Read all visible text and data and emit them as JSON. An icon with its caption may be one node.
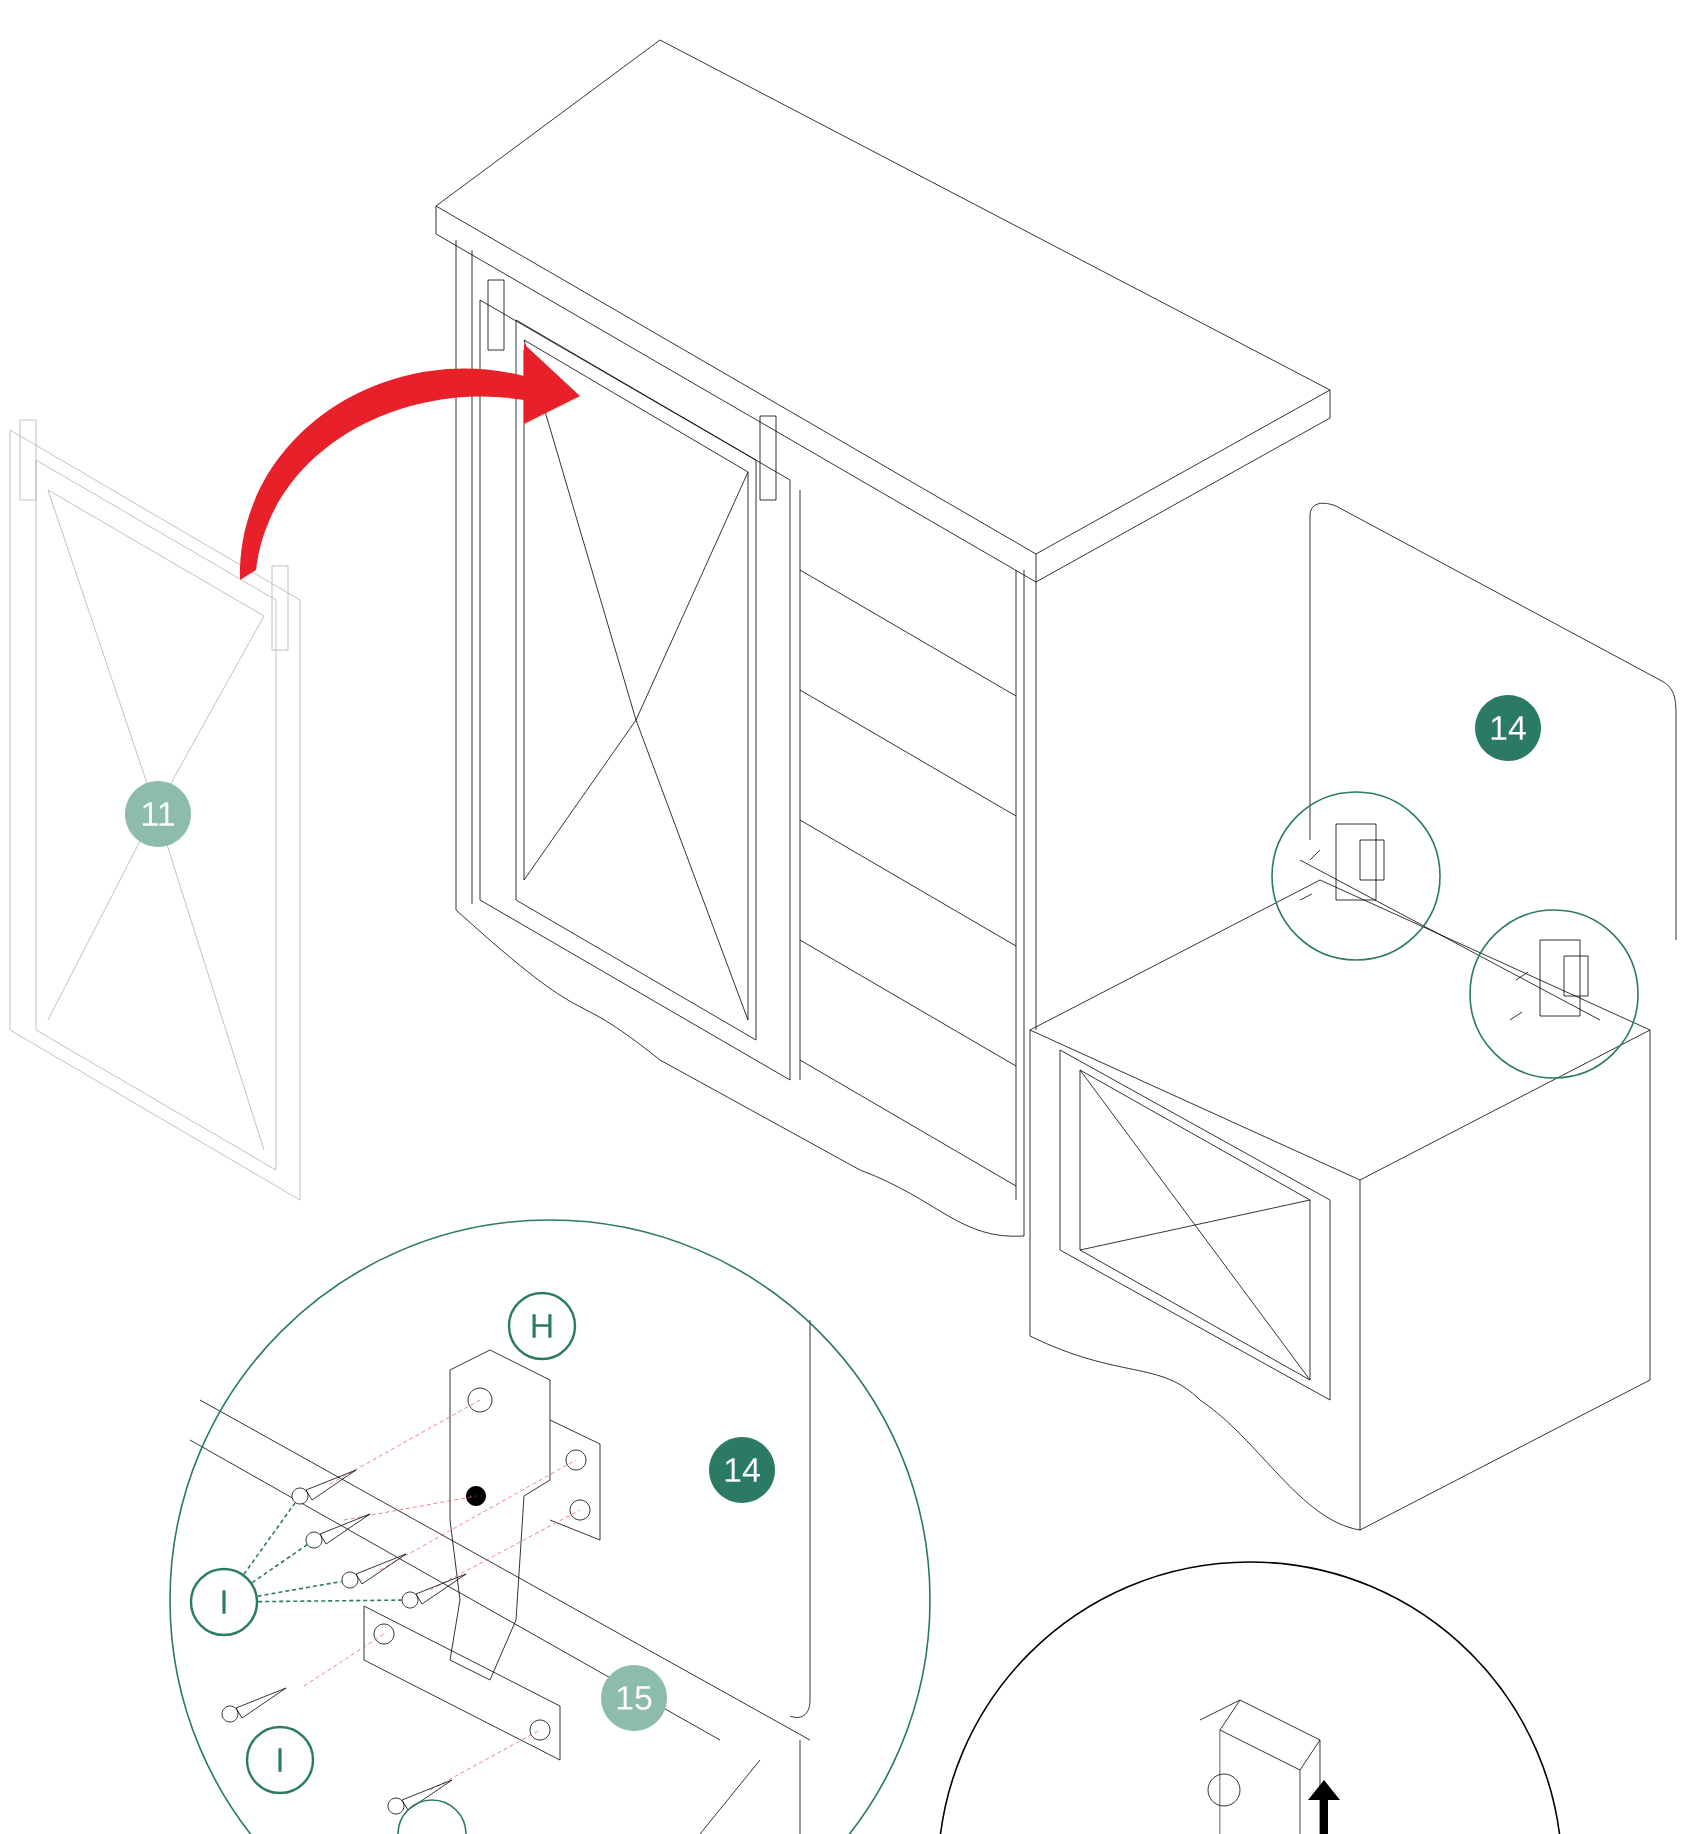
{
  "diagram": {
    "nodes": [
      {
        "text": [
          "H"
        ]
      },
      {
        "text": [
          "I"
        ]
      },
      {
        "text": [],
        "shape": "screw"
      },
      {
        "text": [],
        "shape": "screw"
      },
      {
        "text": [],
        "shape": "screw"
      },
      {
        "text": [],
        "shape": "screw"
      },
      {
        "text": [
          "I"
        ]
      }
    ],
    "edges": [
      {
        "from": 1,
        "to": 2,
        "arrow": "none",
        "style": "dashed"
      },
      {
        "from": 1,
        "to": 3,
        "arrow": "none",
        "style": "dashed"
      },
      {
        "from": 1,
        "to": 4,
        "arrow": "none",
        "style": "dashed"
      },
      {
        "from": 1,
        "to": 5,
        "arrow": "none",
        "style": "dashed"
      }
    ],
    "labels": [
      "11",
      "14",
      "14",
      "15"
    ]
  }
}
